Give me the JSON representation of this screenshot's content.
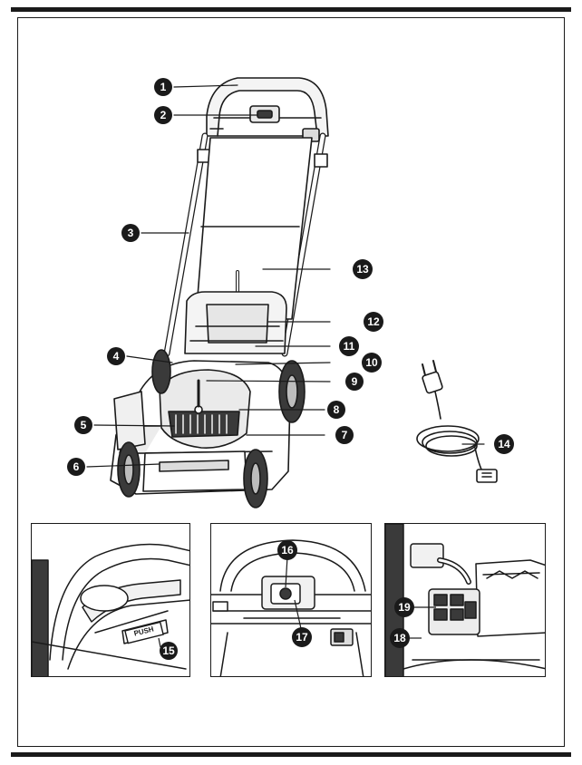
{
  "callouts": {
    "c1": "1",
    "c2": "2",
    "c3": "3",
    "c4": "4",
    "c5": "5",
    "c6": "6",
    "c7": "7",
    "c8": "8",
    "c9": "9",
    "c10": "10",
    "c11": "11",
    "c12": "12",
    "c13": "13",
    "c14": "14",
    "c15": "15",
    "c16": "16",
    "c17": "17",
    "c18": "18",
    "c19": "19"
  },
  "inset_left": {
    "push_label": "PUSH"
  },
  "colors": {
    "ink": "#1a1a1a",
    "fill_light": "#f4f4f4",
    "fill_mid": "#dcdcdc",
    "fill_dark": "#3a3a3a"
  }
}
